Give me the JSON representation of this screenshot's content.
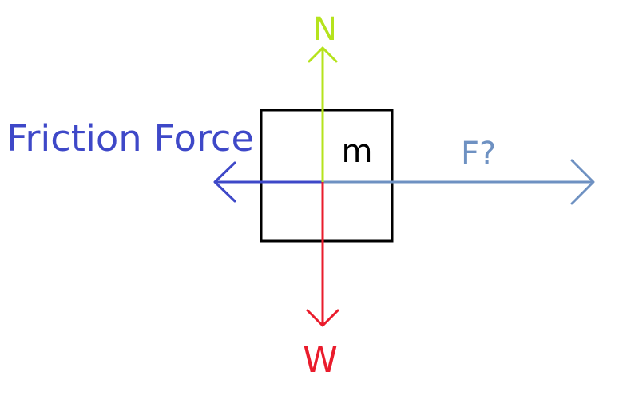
{
  "labels": {
    "normal": "N",
    "weight": "W",
    "friction": "Friction Force",
    "applied": "F?",
    "mass": "m"
  },
  "colors": {
    "normal": "#b5e31d",
    "weight": "#ea1c2c",
    "friction": "#3e48c8",
    "applied": "#6e91c2",
    "box": "#000000"
  }
}
